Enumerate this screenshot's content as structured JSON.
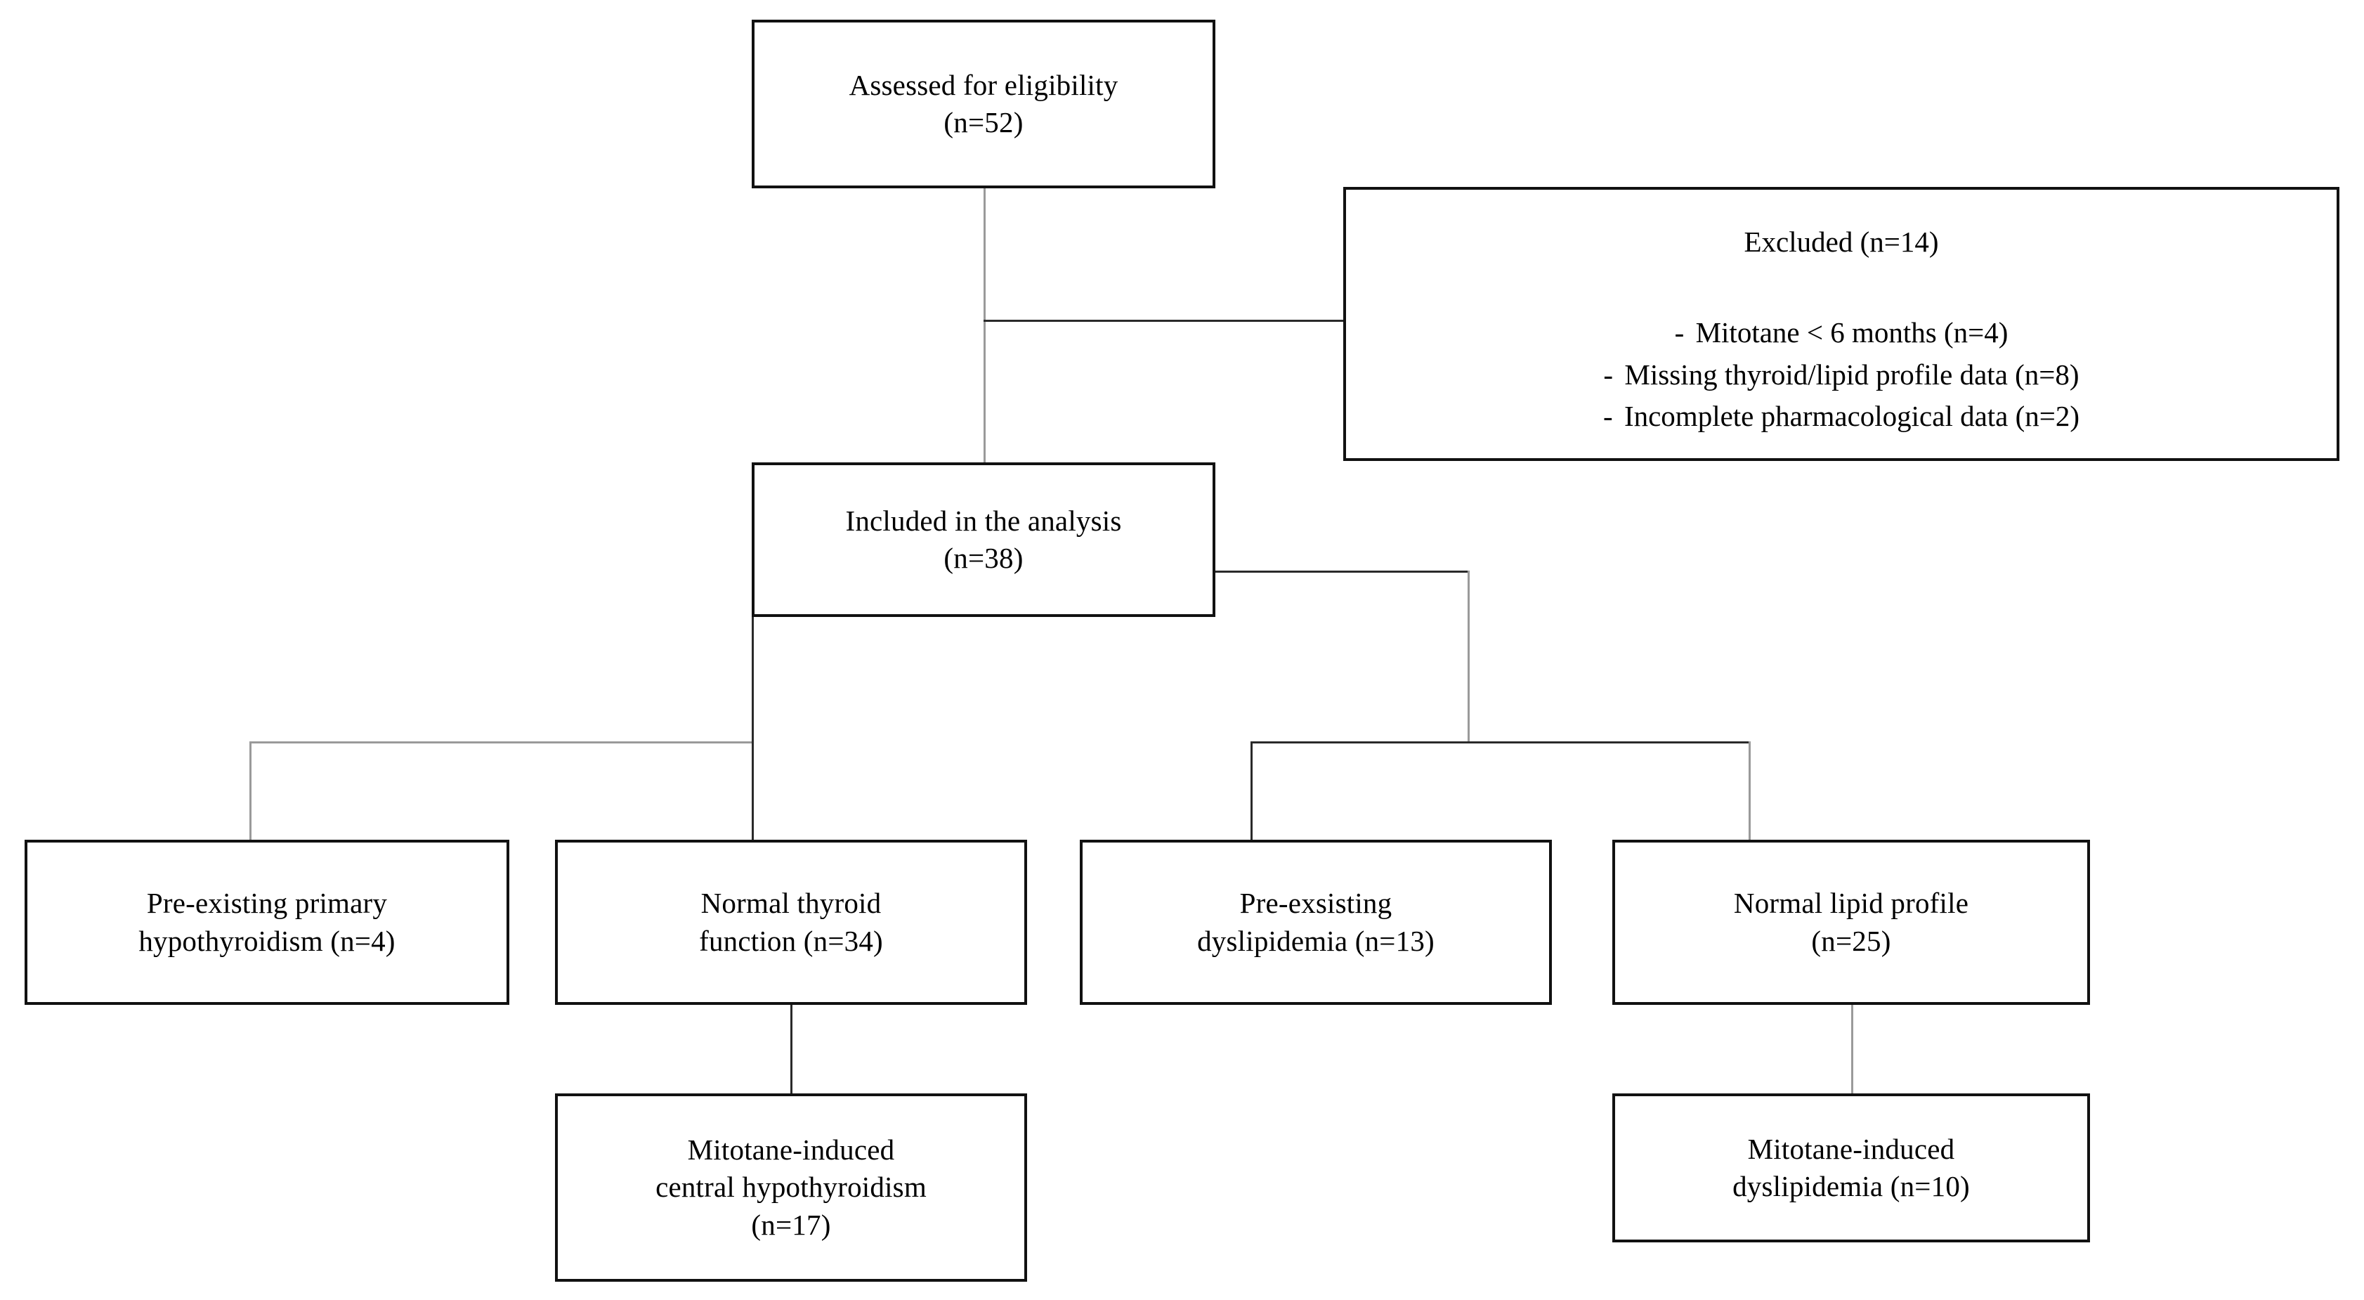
{
  "figure": {
    "type": "flow-diagram",
    "description": "Study participant selection flow diagram"
  },
  "nodes": {
    "assessed": {
      "label": "Assessed for eligibility\n(n=52)",
      "n": 52
    },
    "excluded": {
      "title": "Excluded  (n=14)",
      "n": 14,
      "bullet_char": "-",
      "reasons": [
        "Mitotane < 6 months (n=4)",
        "Missing thyroid/lipid profile data (n=8)",
        "Incomplete pharmacological data (n=2)"
      ]
    },
    "included": {
      "label": "Included  in the analysis\n(n=38)",
      "n": 38
    },
    "pre_existing_primary_hypothyroidism": {
      "label": "Pre-existing  primary\nhypothyroidism (n=4)",
      "n": 4
    },
    "normal_thyroid_function": {
      "label": "Normal thyroid\nfunction (n=34)",
      "n": 34
    },
    "pre_exsisting_dyslipidemia": {
      "label": "Pre-exsisting\ndyslipidemia (n=13)",
      "n": 13
    },
    "normal_lipid_profile": {
      "label": "Normal lipid profile\n(n=25)",
      "n": 25
    },
    "mitotane_induced_central_hypothyroidism": {
      "label": "Mitotane-induced\ncentral hypothyroidism\n(n=17)",
      "n": 17
    },
    "mitotane_induced_dyslipidemia": {
      "label": "Mitotane-induced\ndyslipidemia (n=10)",
      "n": 10
    }
  },
  "colors": {
    "box_border": "#111111",
    "connector": "#2a2a2a",
    "connector_soft": "#9a9a9a",
    "background": "#ffffff",
    "text": "#000000"
  }
}
